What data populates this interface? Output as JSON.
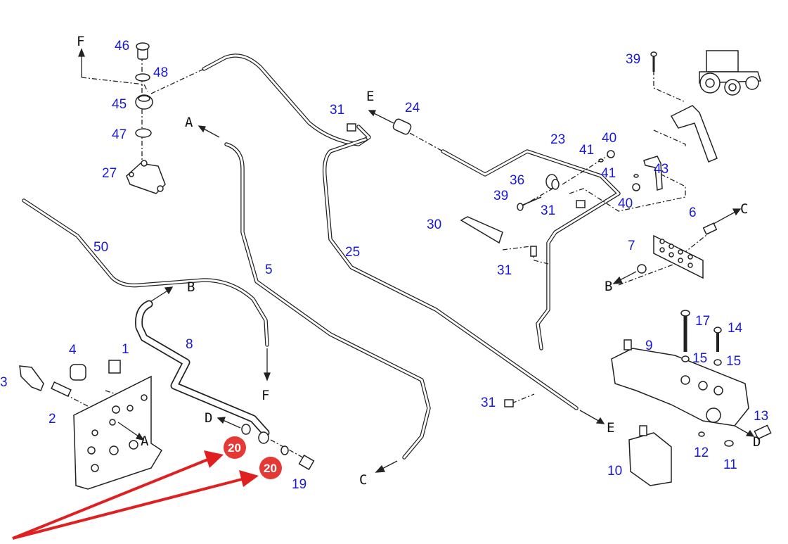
{
  "diagram": {
    "title": "Hydraulic lines parts diagram",
    "label_color": "#1a1ad6",
    "highlight_color": "#e53935",
    "part_numbers": {
      "p46": "46",
      "p48": "48",
      "p45": "45",
      "p47": "47",
      "p27": "27",
      "p50": "50",
      "p5": "5",
      "p25": "25",
      "p8": "8",
      "p31a": "31",
      "p24": "24",
      "p23": "23",
      "p41a": "41",
      "p40a": "40",
      "p36": "36",
      "p39a": "39",
      "p31b": "31",
      "p41b": "41",
      "p43": "43",
      "p40b": "40",
      "p30": "30",
      "p31c": "31",
      "p6": "6",
      "p7": "7",
      "p39b": "39",
      "p4": "4",
      "p1": "1",
      "p3": "3",
      "p2": "2",
      "p19": "19",
      "p31d": "31",
      "p17": "17",
      "p14": "14",
      "p9": "9",
      "p15a": "15",
      "p15b": "15",
      "p13": "13",
      "p12": "12",
      "p11": "11",
      "p10": "10"
    },
    "connection_refs": {
      "f_top": "F",
      "a_top": "A",
      "e_top": "E",
      "c_right": "C",
      "b_right": "B",
      "b_mid": "B",
      "f_bottom": "F",
      "a_plate": "A",
      "d_left": "D",
      "c_bottom": "C",
      "e_bottom": "E",
      "d_right": "D"
    },
    "highlight": {
      "badge1": "20",
      "badge2": "20"
    }
  }
}
